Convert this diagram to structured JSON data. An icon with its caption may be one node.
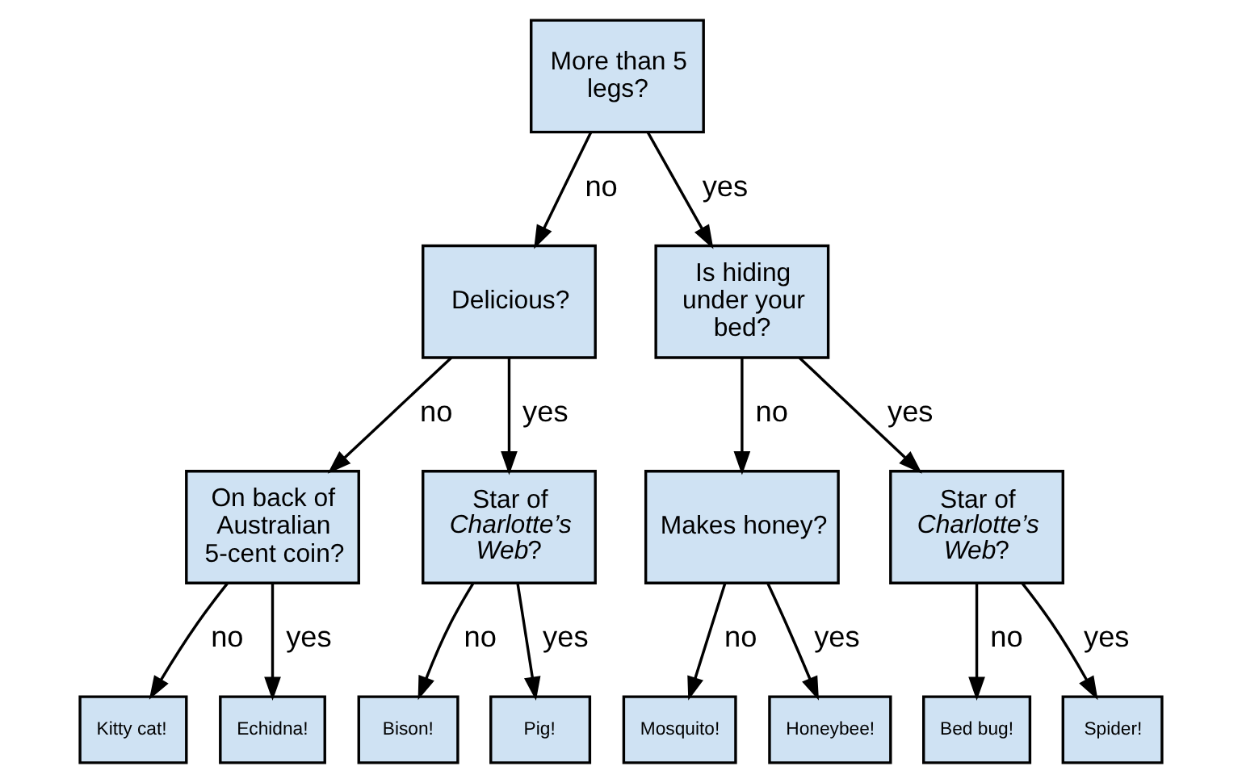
{
  "diagram": {
    "nodes": [
      {
        "text": [
          "More than 5 legs?"
        ]
      },
      {
        "text": [
          "Delicious?"
        ]
      },
      {
        "text": [
          "Is hiding under your bed?"
        ]
      },
      {
        "text": [
          "On back of Australian 5-cent coin?"
        ]
      },
      {
        "text": [
          "Star of *Charlotte’s Web*?"
        ]
      },
      {
        "text": [
          "Makes honey?"
        ]
      },
      {
        "text": [
          "Star of *Charlotte’s Web*?"
        ]
      },
      {
        "text": [
          "Kitty cat!"
        ]
      },
      {
        "text": [
          "Echidna!"
        ]
      },
      {
        "text": [
          "Bison!"
        ]
      },
      {
        "text": [
          "Pig!"
        ]
      },
      {
        "text": [
          "Mosquito!"
        ]
      },
      {
        "text": [
          "Honeybee!"
        ]
      },
      {
        "text": [
          "Bed bug!"
        ]
      },
      {
        "text": [
          "Spider!"
        ]
      }
    ],
    "edges": [
      {
        "from": 0,
        "to": 1,
        "arrow": "to",
        "label": "no"
      },
      {
        "from": 0,
        "to": 2,
        "arrow": "to",
        "label": "yes"
      },
      {
        "from": 1,
        "to": 3,
        "arrow": "to",
        "label": "no"
      },
      {
        "from": 1,
        "to": 4,
        "arrow": "to",
        "label": "yes"
      },
      {
        "from": 2,
        "to": 5,
        "arrow": "to",
        "label": "no"
      },
      {
        "from": 2,
        "to": 6,
        "arrow": "to",
        "label": "yes"
      },
      {
        "from": 3,
        "to": 7,
        "arrow": "to",
        "label": "no"
      },
      {
        "from": 3,
        "to": 8,
        "arrow": "to",
        "label": "yes"
      },
      {
        "from": 4,
        "to": 9,
        "arrow": "to",
        "label": "no"
      },
      {
        "from": 4,
        "to": 10,
        "arrow": "to",
        "label": "yes"
      },
      {
        "from": 5,
        "to": 11,
        "arrow": "to",
        "label": "no"
      },
      {
        "from": 5,
        "to": 12,
        "arrow": "to",
        "label": "yes"
      },
      {
        "from": 6,
        "to": 13,
        "arrow": "to",
        "label": "no"
      },
      {
        "from": 6,
        "to": 14,
        "arrow": "to",
        "label": "yes"
      }
    ]
  }
}
